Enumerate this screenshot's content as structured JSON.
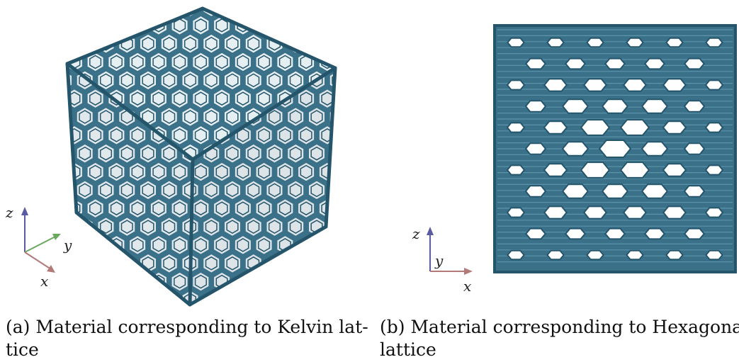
{
  "figure": {
    "colors": {
      "lattice": "#3a7189",
      "lattice_dark": "#25556b",
      "lattice_light": "#5d93aa",
      "z_axis": "#5b5ba3",
      "y_axis": "#6aa85f",
      "x_axis": "#b47a7a"
    },
    "panels": [
      {
        "id": "a",
        "caption_line1": "(a) Material corresponding to Kelvin lat-",
        "caption_line2": "tice",
        "axes": {
          "z": "z",
          "y": "y",
          "x": "x"
        }
      },
      {
        "id": "b",
        "caption_line1": "(b) Material corresponding to Hexagonal",
        "caption_line2": "lattice",
        "axes": {
          "z": "z",
          "y": "y",
          "x": "x"
        }
      }
    ]
  }
}
